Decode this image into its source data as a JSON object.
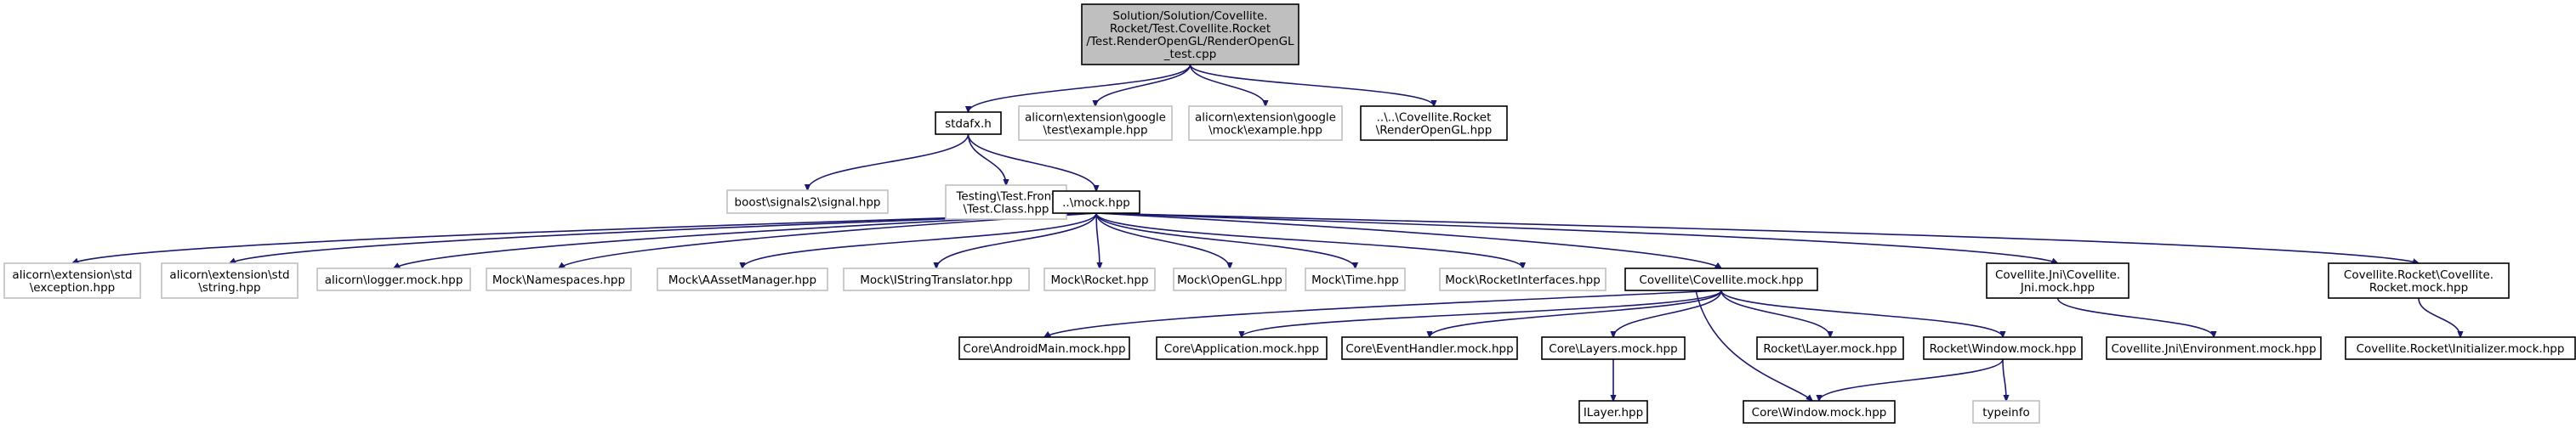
{
  "colors": {
    "edge": "#191970",
    "box_border": "#000000",
    "ext_border": "#bfbfbf",
    "root_fill": "#bfbfbf",
    "fill": "#ffffff",
    "text": "#000000"
  },
  "nodes": [
    {
      "id": "root",
      "style": "root",
      "lines": [
        "Solution/Solution/Covellite.",
        "Rocket/Test.Covellite.Rocket",
        "/Test.RenderOpenGL/RenderOpenGL",
        "_test.cpp"
      ]
    },
    {
      "id": "stdafx",
      "style": "box",
      "lines": [
        "stdafx.h"
      ]
    },
    {
      "id": "gtest",
      "style": "ext",
      "lines": [
        "alicorn\\extension\\google",
        "\\test\\example.hpp"
      ]
    },
    {
      "id": "gmock",
      "style": "ext",
      "lines": [
        "alicorn\\extension\\google",
        "\\mock\\example.hpp"
      ]
    },
    {
      "id": "renderogl",
      "style": "box",
      "lines": [
        "..\\..\\Covellite.Rocket",
        "\\RenderOpenGL.hpp"
      ]
    },
    {
      "id": "signal",
      "style": "ext",
      "lines": [
        "boost\\signals2\\signal.hpp"
      ]
    },
    {
      "id": "testclass",
      "style": "ext",
      "lines": [
        "Testing\\Test.Front",
        "\\Test.Class.hpp"
      ]
    },
    {
      "id": "mock",
      "style": "box",
      "lines": [
        "..\\mock.hpp"
      ]
    },
    {
      "id": "exception",
      "style": "ext",
      "lines": [
        "alicorn\\extension\\std",
        "\\exception.hpp"
      ]
    },
    {
      "id": "string",
      "style": "ext",
      "lines": [
        "alicorn\\extension\\std",
        "\\string.hpp"
      ]
    },
    {
      "id": "logger",
      "style": "ext",
      "lines": [
        "alicorn\\logger.mock.hpp"
      ]
    },
    {
      "id": "namespaces",
      "style": "ext",
      "lines": [
        "Mock\\Namespaces.hpp"
      ]
    },
    {
      "id": "aasset",
      "style": "ext",
      "lines": [
        "Mock\\AAssetManager.hpp"
      ]
    },
    {
      "id": "istring",
      "style": "ext",
      "lines": [
        "Mock\\IStringTranslator.hpp"
      ]
    },
    {
      "id": "mrocket",
      "style": "ext",
      "lines": [
        "Mock\\Rocket.hpp"
      ]
    },
    {
      "id": "mopengl",
      "style": "ext",
      "lines": [
        "Mock\\OpenGL.hpp"
      ]
    },
    {
      "id": "mtime",
      "style": "ext",
      "lines": [
        "Mock\\Time.hpp"
      ]
    },
    {
      "id": "mrocketif",
      "style": "ext",
      "lines": [
        "Mock\\RocketInterfaces.hpp"
      ]
    },
    {
      "id": "covmock",
      "style": "box",
      "lines": [
        "Covellite\\Covellite.mock.hpp"
      ]
    },
    {
      "id": "jnimock",
      "style": "box",
      "lines": [
        "Covellite.Jni\\Covellite.",
        "Jni.mock.hpp"
      ]
    },
    {
      "id": "rocketmock",
      "style": "box",
      "lines": [
        "Covellite.Rocket\\Covellite.",
        "Rocket.mock.hpp"
      ]
    },
    {
      "id": "androidmain",
      "style": "box",
      "lines": [
        "Core\\AndroidMain.mock.hpp"
      ]
    },
    {
      "id": "application",
      "style": "box",
      "lines": [
        "Core\\Application.mock.hpp"
      ]
    },
    {
      "id": "eventhandler",
      "style": "box",
      "lines": [
        "Core\\EventHandler.mock.hpp"
      ]
    },
    {
      "id": "layers",
      "style": "box",
      "lines": [
        "Core\\Layers.mock.hpp"
      ]
    },
    {
      "id": "rlayer",
      "style": "box",
      "lines": [
        "Rocket\\Layer.mock.hpp"
      ]
    },
    {
      "id": "rwindow",
      "style": "box",
      "lines": [
        "Rocket\\Window.mock.hpp"
      ]
    },
    {
      "id": "jnienv",
      "style": "box",
      "lines": [
        "Covellite.Jni\\Environment.mock.hpp"
      ]
    },
    {
      "id": "initializer",
      "style": "box",
      "lines": [
        "Covellite.Rocket\\Initializer.mock.hpp"
      ]
    },
    {
      "id": "ilayer",
      "style": "box",
      "lines": [
        "ILayer.hpp"
      ]
    },
    {
      "id": "cwindow",
      "style": "box",
      "lines": [
        "Core\\Window.mock.hpp"
      ]
    },
    {
      "id": "typeinfo",
      "style": "ext",
      "lines": [
        "typeinfo"
      ]
    }
  ],
  "edges": [
    [
      "root",
      "stdafx"
    ],
    [
      "root",
      "gtest"
    ],
    [
      "root",
      "gmock"
    ],
    [
      "root",
      "renderogl"
    ],
    [
      "stdafx",
      "signal"
    ],
    [
      "stdafx",
      "testclass"
    ],
    [
      "stdafx",
      "mock"
    ],
    [
      "mock",
      "exception"
    ],
    [
      "mock",
      "string"
    ],
    [
      "mock",
      "logger"
    ],
    [
      "mock",
      "namespaces"
    ],
    [
      "mock",
      "aasset"
    ],
    [
      "mock",
      "istring"
    ],
    [
      "mock",
      "mrocket"
    ],
    [
      "mock",
      "mopengl"
    ],
    [
      "mock",
      "mtime"
    ],
    [
      "mock",
      "mrocketif"
    ],
    [
      "mock",
      "covmock"
    ],
    [
      "mock",
      "jnimock"
    ],
    [
      "mock",
      "rocketmock"
    ],
    [
      "covmock",
      "androidmain"
    ],
    [
      "covmock",
      "application"
    ],
    [
      "covmock",
      "eventhandler"
    ],
    [
      "covmock",
      "layers"
    ],
    [
      "covmock",
      "rlayer"
    ],
    [
      "covmock",
      "rwindow"
    ],
    [
      "covmock",
      "cwindow"
    ],
    [
      "layers",
      "ilayer"
    ],
    [
      "rwindow",
      "cwindow"
    ],
    [
      "rwindow",
      "typeinfo"
    ],
    [
      "jnimock",
      "jnienv"
    ],
    [
      "rocketmock",
      "initializer"
    ]
  ]
}
